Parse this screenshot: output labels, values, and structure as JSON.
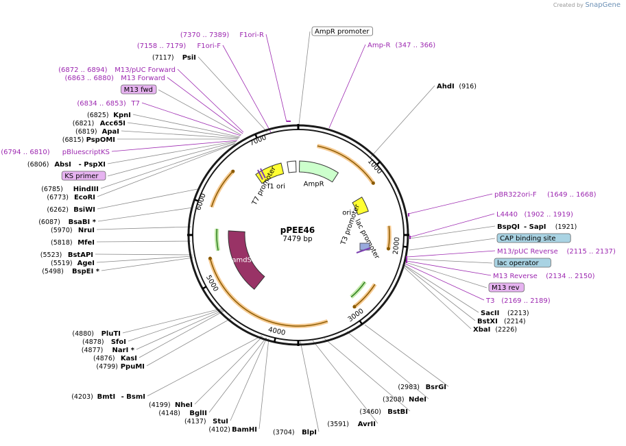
{
  "watermark": {
    "prefix": "Created by",
    "brand": "SnapGene"
  },
  "plasmid": {
    "name": "pPEE46",
    "size": "7479 bp",
    "length": 7479
  },
  "ticks": [
    {
      "bp": 1000,
      "label": "1000"
    },
    {
      "bp": 2000,
      "label": "2000"
    },
    {
      "bp": 3000,
      "label": "3000"
    },
    {
      "bp": 4000,
      "label": "4000"
    },
    {
      "bp": 5000,
      "label": "5000"
    },
    {
      "bp": 6000,
      "label": "6000"
    },
    {
      "bp": 7000,
      "label": "7000"
    }
  ],
  "features": [
    {
      "name": "f1 ori",
      "label": "f1 ori",
      "start": 6750,
      "end": 7200,
      "color": "#ffff33"
    },
    {
      "name": "AmpR promoter",
      "label": "",
      "start": 7300,
      "end": 7440,
      "color": "#ffffff"
    },
    {
      "name": "AmpR",
      "label": "AmpR",
      "start": 20,
      "end": 680,
      "color": "#ccffcc"
    },
    {
      "name": "ori",
      "label": "ori",
      "start": 1230,
      "end": 1480,
      "color": "#ffff33"
    },
    {
      "name": "amdS",
      "label": "amdS",
      "start": 4550,
      "end": 5680,
      "color": "#993366"
    }
  ],
  "promoters": [
    {
      "name": "T7 promoter",
      "start": 5980,
      "end": 6530
    },
    {
      "name": "T3 promoter",
      "start": 2550,
      "end": 2950
    },
    {
      "name": "lac promoter",
      "start": 1750,
      "end": 2050
    },
    {
      "name": "upper orange arc",
      "start": 250,
      "end": 1150
    },
    {
      "name": "lower orange arc",
      "start": 3350,
      "end": 5300
    }
  ],
  "labels": [
    {
      "id": "f1ori-r",
      "name": "F1ori-R",
      "pos": "(7370 .. 7389)",
      "kind": "primer"
    },
    {
      "id": "ampr-promoter",
      "name": "AmpR promoter",
      "pos": "",
      "kind": "box"
    },
    {
      "id": "amp-r",
      "name": "Amp-R",
      "pos": "(347 .. 366)",
      "kind": "primer"
    },
    {
      "id": "f1ori-f",
      "name": "F1ori-F",
      "pos": "(7158 .. 7179)",
      "kind": "primer"
    },
    {
      "id": "psii",
      "name": "PsiI",
      "pos": "(7117)",
      "kind": "enzyme"
    },
    {
      "id": "ahdi",
      "name": "AhdI",
      "pos": "(916)",
      "kind": "enzyme"
    },
    {
      "id": "m13puc-fwd",
      "name": "M13/pUC Forward",
      "pos": "(6872 .. 6894)",
      "kind": "primer"
    },
    {
      "id": "m13-forward",
      "name": "M13 Forward",
      "pos": "(6863 .. 6880)",
      "kind": "primer"
    },
    {
      "id": "m13-fwd",
      "name": "M13 fwd",
      "pos": "",
      "kind": "pbox"
    },
    {
      "id": "t7",
      "name": "T7",
      "pos": "(6834 .. 6853)",
      "kind": "primer"
    },
    {
      "id": "kpni",
      "name": "KpnI",
      "pos": "(6825)",
      "kind": "enzyme"
    },
    {
      "id": "acc65i",
      "name": "Acc65I",
      "pos": "(6821)",
      "kind": "enzyme"
    },
    {
      "id": "apai",
      "name": "ApaI",
      "pos": "(6819)",
      "kind": "enzyme"
    },
    {
      "id": "pspomi",
      "name": "PspOMI",
      "pos": "(6815)",
      "kind": "enzyme"
    },
    {
      "id": "pbluescriptks",
      "name": "pBluescriptKS",
      "pos": "(6794 .. 6810)",
      "kind": "primer"
    },
    {
      "id": "absi",
      "name": "AbsI",
      "pos": "(6806)",
      "kind": "enzyme",
      "extra": "- PspXI"
    },
    {
      "id": "ks-primer",
      "name": "KS primer",
      "pos": "",
      "kind": "pbox"
    },
    {
      "id": "hindiii",
      "name": "HindIII",
      "pos": "(6785)",
      "kind": "enzyme"
    },
    {
      "id": "ecori",
      "name": "EcoRI",
      "pos": "(6773)",
      "kind": "enzyme"
    },
    {
      "id": "bsiwi",
      "name": "BsiWI",
      "pos": "(6262)",
      "kind": "enzyme"
    },
    {
      "id": "bsabi",
      "name": "BsaBI *",
      "pos": "(6087)",
      "kind": "enzyme"
    },
    {
      "id": "nrui",
      "name": "NruI",
      "pos": "(5970)",
      "kind": "enzyme"
    },
    {
      "id": "mfei",
      "name": "MfeI",
      "pos": "(5818)",
      "kind": "enzyme"
    },
    {
      "id": "bstapi",
      "name": "BstAPI",
      "pos": "(5523)",
      "kind": "enzyme"
    },
    {
      "id": "agei",
      "name": "AgeI",
      "pos": "(5519)",
      "kind": "enzyme"
    },
    {
      "id": "bspei",
      "name": "BspEI *",
      "pos": "(5498)",
      "kind": "enzyme"
    },
    {
      "id": "pbr322ori-f",
      "name": "pBR322ori-F",
      "pos": "(1649 .. 1668)",
      "kind": "primer"
    },
    {
      "id": "l4440",
      "name": "L4440",
      "pos": "(1902 .. 1919)",
      "kind": "primer"
    },
    {
      "id": "bspqi",
      "name": "BspQI",
      "pos": "(1921)",
      "kind": "enzyme",
      "extra": "- SapI"
    },
    {
      "id": "cap-site",
      "name": "CAP binding site",
      "pos": "",
      "kind": "cbox"
    },
    {
      "id": "m13puc-rev",
      "name": "M13/pUC Reverse",
      "pos": "(2115 .. 2137)",
      "kind": "primer"
    },
    {
      "id": "lac-operator",
      "name": "lac operator",
      "pos": "",
      "kind": "cbox"
    },
    {
      "id": "m13-reverse",
      "name": "M13 Reverse",
      "pos": "(2134 .. 2150)",
      "kind": "primer"
    },
    {
      "id": "m13-rev",
      "name": "M13 rev",
      "pos": "",
      "kind": "pbox"
    },
    {
      "id": "t3",
      "name": "T3",
      "pos": "(2169 .. 2189)",
      "kind": "primer"
    },
    {
      "id": "sacii",
      "name": "SacII",
      "pos": "(2213)",
      "kind": "enzyme"
    },
    {
      "id": "bstxi",
      "name": "BstXI",
      "pos": "(2214)",
      "kind": "enzyme"
    },
    {
      "id": "xbai",
      "name": "XbaI",
      "pos": "(2226)",
      "kind": "enzyme"
    },
    {
      "id": "plutI",
      "name": "PluTI",
      "pos": "(4880)",
      "kind": "enzyme"
    },
    {
      "id": "sfoi",
      "name": "SfoI",
      "pos": "(4878)",
      "kind": "enzyme"
    },
    {
      "id": "nari",
      "name": "NarI *",
      "pos": "(4877)",
      "kind": "enzyme"
    },
    {
      "id": "kasi",
      "name": "KasI",
      "pos": "(4876)",
      "kind": "enzyme"
    },
    {
      "id": "ppumi",
      "name": "PpuMI",
      "pos": "(4799)",
      "kind": "enzyme"
    },
    {
      "id": "bmti",
      "name": "BmtI",
      "pos": "(4203)",
      "kind": "enzyme",
      "extra": "- BsmI"
    },
    {
      "id": "nhei",
      "name": "NheI",
      "pos": "(4199)",
      "kind": "enzyme"
    },
    {
      "id": "bglii",
      "name": "BglII",
      "pos": "(4148)",
      "kind": "enzyme"
    },
    {
      "id": "stui",
      "name": "StuI",
      "pos": "(4137)",
      "kind": "enzyme"
    },
    {
      "id": "bamhi",
      "name": "BamHI",
      "pos": "(4102)",
      "kind": "enzyme"
    },
    {
      "id": "blpi",
      "name": "BlpI",
      "pos": "(3704)",
      "kind": "enzyme"
    },
    {
      "id": "avrii",
      "name": "AvrII",
      "pos": "(3591)",
      "kind": "enzyme"
    },
    {
      "id": "bstbi",
      "name": "BstBI",
      "pos": "(3460)",
      "kind": "enzyme"
    },
    {
      "id": "ndei",
      "name": "NdeI",
      "pos": "(3208)",
      "kind": "enzyme"
    },
    {
      "id": "bsrgi",
      "name": "BsrGI",
      "pos": "(2983)",
      "kind": "enzyme"
    }
  ]
}
